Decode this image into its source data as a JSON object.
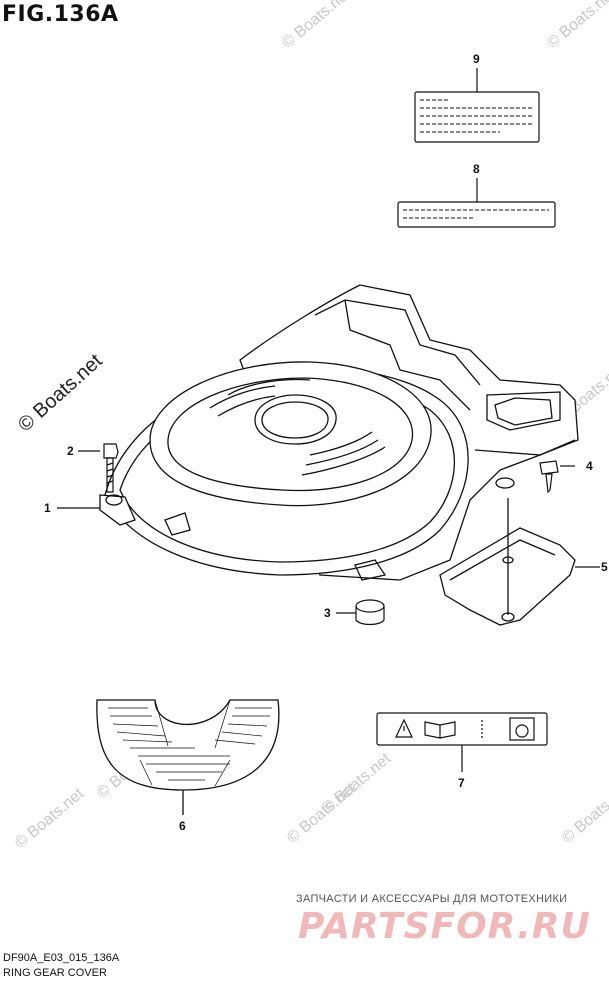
{
  "figure": {
    "title": "FIG.136A",
    "code": "DF90A_E03_015_136A",
    "caption": "RING GEAR COVER"
  },
  "watermarks": {
    "main": "© Boats.net",
    "small": "© Boats.net"
  },
  "promo": {
    "line": "ЗАПЧАСТИ И АКСЕССУАРЫ ДЛЯ МОТОТЕХНИКИ",
    "brand": "PARTSFOR.RU"
  },
  "callouts": [
    {
      "id": "9",
      "label": "9"
    },
    {
      "id": "8",
      "label": "8"
    },
    {
      "id": "2",
      "label": "2"
    },
    {
      "id": "4",
      "label": "4"
    },
    {
      "id": "1",
      "label": "1"
    },
    {
      "id": "5",
      "label": "5"
    },
    {
      "id": "3",
      "label": "3"
    },
    {
      "id": "7",
      "label": "7"
    },
    {
      "id": "6",
      "label": "6"
    }
  ],
  "colors": {
    "line": "#111111",
    "watermark": "#c8c8c8",
    "brand": "#f0b8b8"
  }
}
